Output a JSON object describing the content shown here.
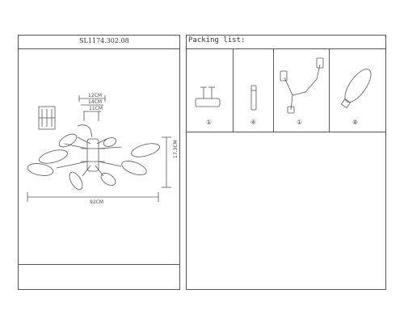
{
  "left_panel": {
    "model_code": "SL1174.302.08",
    "dimensions": {
      "width_total": "92CM",
      "height": "17.3CM",
      "top_a": "12CM",
      "top_b": "14CM",
      "top_c": "11CM"
    }
  },
  "right_panel": {
    "title": "Packing list:",
    "items": [
      {
        "number": "①"
      },
      {
        "number": "①"
      },
      {
        "number": "④"
      },
      {
        "number": "⑧"
      }
    ]
  }
}
